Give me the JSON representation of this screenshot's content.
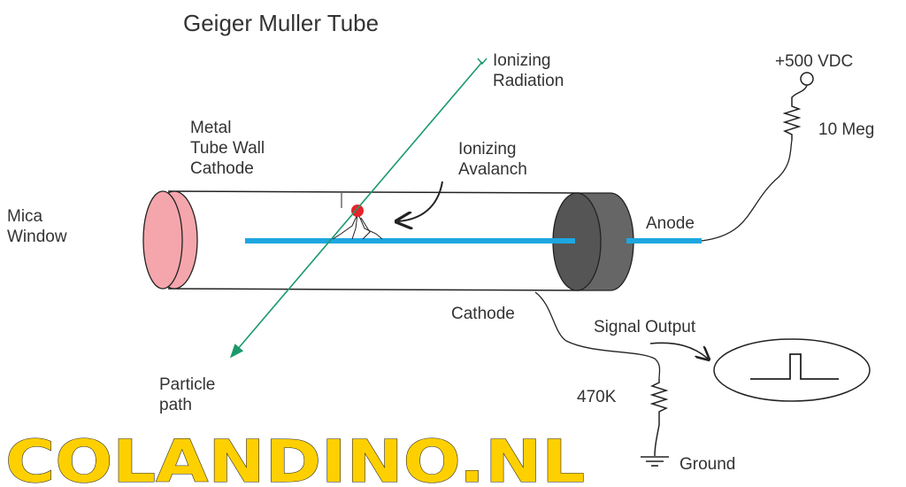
{
  "title": "Geiger Muller Tube",
  "labels": {
    "ionizing_radiation": [
      "Ionizing",
      "Radiation"
    ],
    "cathode_wall": [
      "Metal",
      "Tube Wall",
      "Cathode"
    ],
    "avalanche": [
      "Ionizing",
      "Avalanch"
    ],
    "mica_window": [
      "Mica",
      "Window"
    ],
    "anode": "Anode",
    "voltage": "+500 VDC",
    "resistor_top": "10 Meg",
    "cathode": "Cathode",
    "signal_output": "Signal Output",
    "particle_path": [
      "Particle",
      "path"
    ],
    "resistor_bottom": "470K",
    "ground": "Ground"
  },
  "watermark": "COLANDINO.NL",
  "colors": {
    "window": "#f4a6ac",
    "anode": "#1ea7e0",
    "radiation": "#1a9a6a",
    "avalanche_dot": "#e8232a",
    "endcap": "#555555",
    "watermark": "#ffd000"
  }
}
